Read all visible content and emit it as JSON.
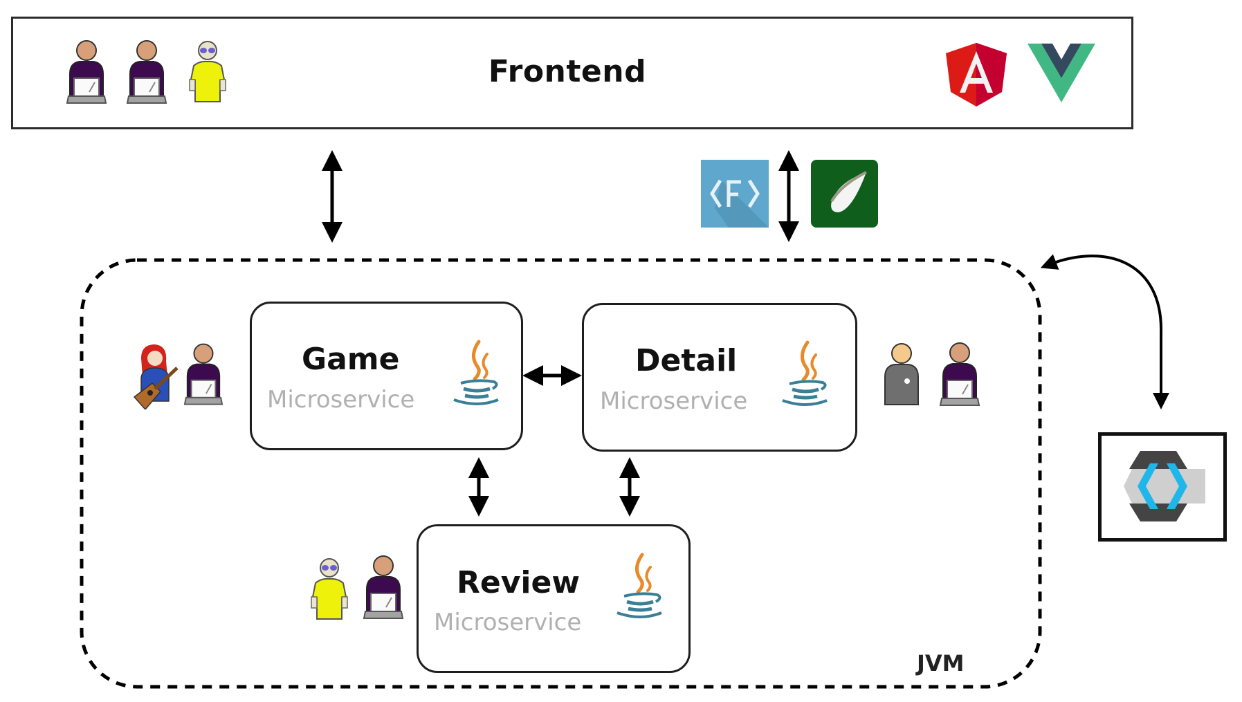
{
  "frontend": {
    "title": "Frontend",
    "users": [
      "developer",
      "developer",
      "tester"
    ],
    "frameworks": [
      "angular",
      "vue"
    ]
  },
  "gateway": {
    "icons": [
      "graphql-f-icon",
      "leaf-icon"
    ]
  },
  "jvm": {
    "label": "JVM"
  },
  "services": [
    {
      "name": "Game",
      "subtitle": "Microservice",
      "users": [
        "guitarist",
        "developer"
      ],
      "runtime": "java"
    },
    {
      "name": "Detail",
      "subtitle": "Microservice",
      "users": [
        "manager",
        "developer"
      ],
      "runtime": "java"
    },
    {
      "name": "Review",
      "subtitle": "Microservice",
      "users": [
        "tester",
        "developer"
      ],
      "runtime": "java"
    }
  ],
  "auth": {
    "icon": "keycloak-icon"
  },
  "colors": {
    "angular_red": "#dd1b16",
    "vue_green": "#41b883",
    "vue_dark": "#35495e",
    "graphql_blue": "#5fa7cc",
    "leaf_green": "#0f5e1c",
    "java_orange": "#e8892a",
    "java_blue": "#3a7f96",
    "keycloak_blue": "#1fb7ea",
    "dev_purple": "#3d0a4f",
    "tester_yellow": "#eef20a",
    "manager_gray": "#6f6f6f",
    "subtitle_gray": "#b0b0b0"
  }
}
